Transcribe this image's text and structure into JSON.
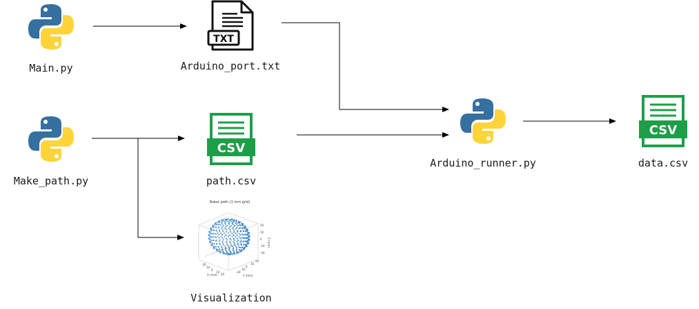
{
  "nodes": {
    "main_py": {
      "label": "Main.py",
      "icon": "python-icon"
    },
    "arduino_port_txt": {
      "label": "Arduino_port.txt",
      "icon": "txt-file-icon",
      "badge": "TXT"
    },
    "make_path_py": {
      "label": "Make_path.py",
      "icon": "python-icon"
    },
    "path_csv": {
      "label": "path.csv",
      "icon": "csv-file-icon",
      "badge": "CSV"
    },
    "arduino_runner_py": {
      "label": "Arduino_runner.py",
      "icon": "python-icon"
    },
    "data_csv": {
      "label": "data.csv",
      "icon": "csv-file-icon",
      "badge": "CSV"
    },
    "visualization": {
      "label": "Visualization",
      "icon": "3d-scatter-plot-thumbnail",
      "plot_title": "Robot path (1 mm grid)",
      "x_ticks": [
        "-20",
        "-10",
        "0",
        "10",
        "20"
      ],
      "y_ticks": [
        "-20",
        "-10",
        "0",
        "10",
        "20"
      ],
      "z_ticks": [
        "20",
        "10",
        "0",
        "-10",
        "-20"
      ],
      "x_label": "X (mm)",
      "y_label": "Y (mm)",
      "z_label": "Z (mm)"
    }
  },
  "colors": {
    "python_blue": "#3670A0",
    "python_yellow": "#FFD43B",
    "csv_green": "#1e9e48",
    "scatter_blue": "#2f7fc1",
    "edge": "#000000"
  }
}
